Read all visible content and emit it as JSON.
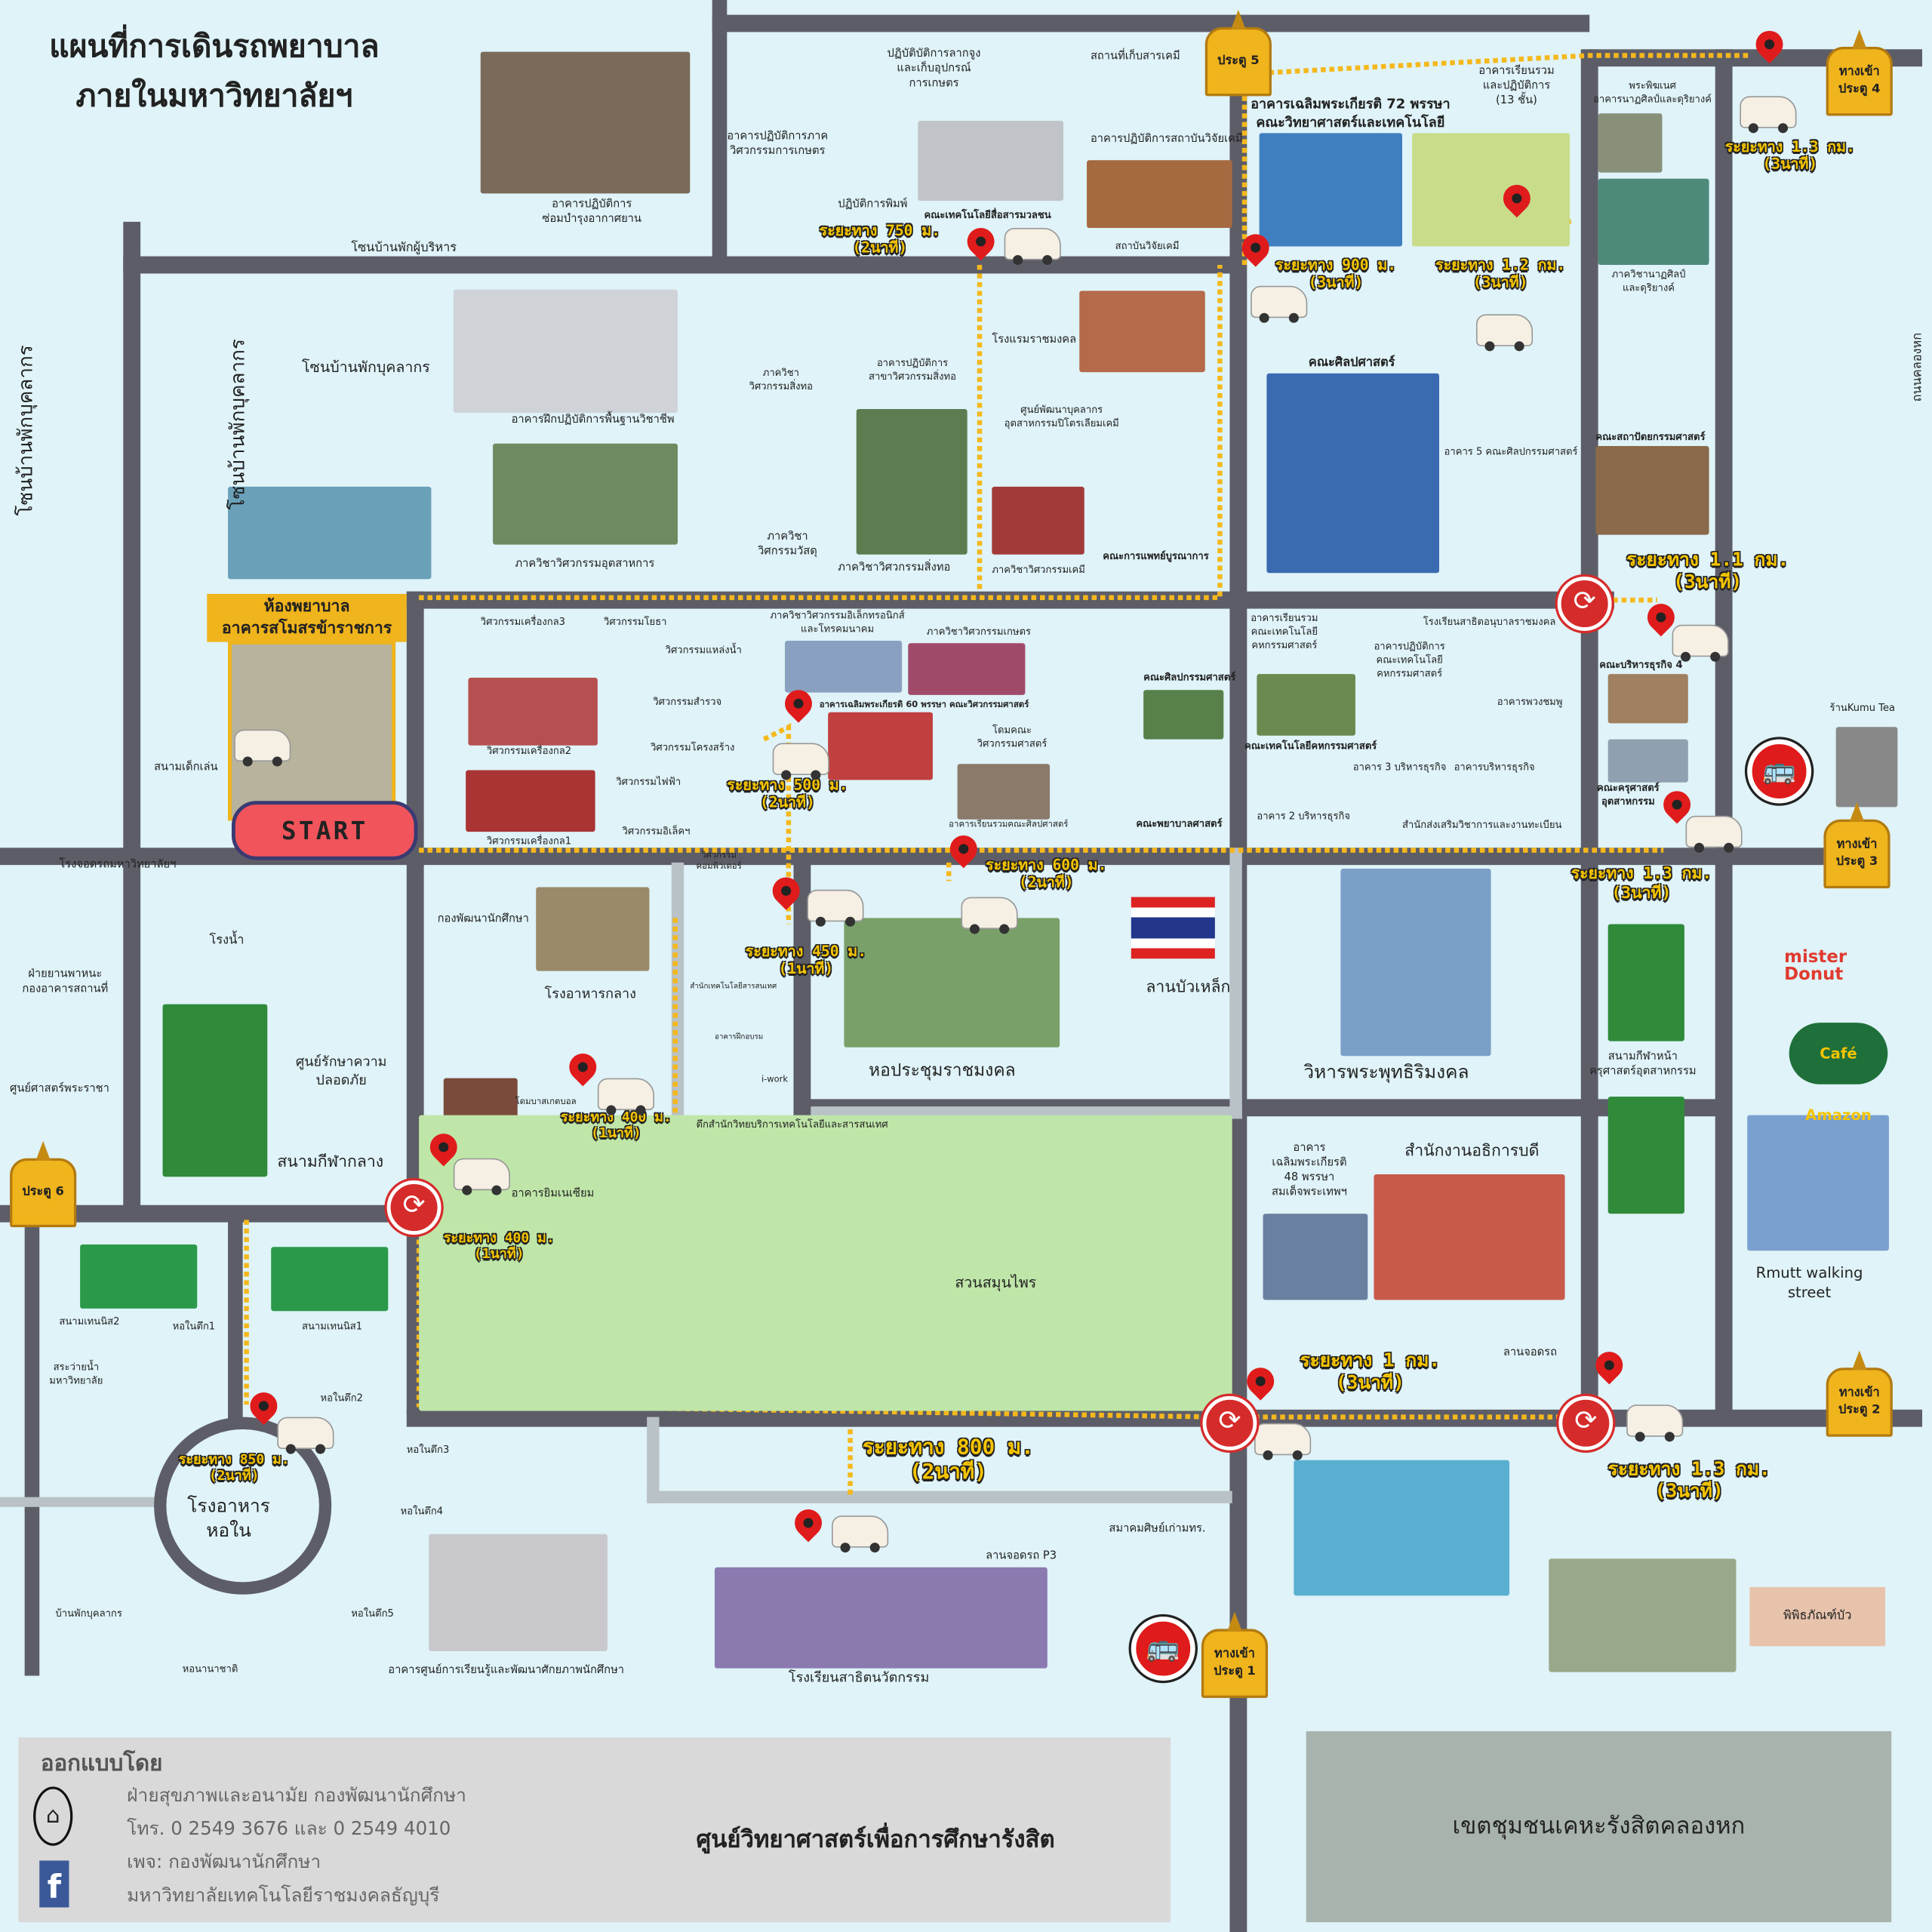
{
  "title": {
    "line1": "แผนที่การเดินรถพยาบาล",
    "line2": "ภายในมหาวิทยาลัยฯ"
  },
  "clinic": {
    "line1": "ห้องพยาบาล",
    "line2": "อาคารสโมสรข้าราชการ"
  },
  "start_label": "START",
  "colors": {
    "road": "#5d5d68",
    "route": "#f5b81c",
    "pin": "#e01b1b",
    "gate": "#f0b41c",
    "start": "#f2545b",
    "background": "#dff3f8"
  },
  "gates": [
    "ประตู 5",
    "ทางเข้า\nประตู 4",
    "ทางเข้า\nประตู 3",
    "ทางเข้า\nประตู 2",
    "ทางเข้า\nประตู 1",
    "ประตู 6"
  ],
  "distances": [
    "ระยะทาง 750 ม.\n(2นาที)",
    "ระยะทาง 900 ม.\n(3นาที)",
    "ระยะทาง 1.2 กม.\n(3นาที)",
    "ระยะทาง 1.3 กม.\n(3นาที)",
    "ระยะทาง 1.1 กม.\n(3นาที)",
    "ระยะทาง 500 ม.\n(2นาที)",
    "ระยะทาง 600 ม.\n(2นาที)",
    "ระยะทาง 450 ม.\n(1นาที)",
    "ระยะทาง 1.3 กม.\n(3นาที)",
    "ระยะทาง 400 ม.\n(1นาที)",
    "ระยะทาง 400 ม.\n(1นาที)",
    "ระยะทาง 850 ม.\n(2นาที)",
    "ระยะทาง 800 ม.\n(2นาที)",
    "ระยะทาง 1 กม.\n(3นาที)",
    "ระยะทาง 1.3 กม.\n(3นาที)"
  ],
  "places": [
    "อาคารปฏิบัติการ\nซ่อมบำรุงอากาศยาน",
    "โซนบ้านพักผู้บริหาร",
    "โซนบ้านพักบุคลากร",
    "โซนบ้านพักบุคลากร",
    "โซนบ้านพักบุคลากร",
    "อาคารฝึกปฏิบัติการพื้นฐานวิชาชีพ",
    "ภาควิชาวิศวกรรมอุตสาหการ",
    "สนามเด็กเล่น",
    "โรงจอดรถมหาวิทยาลัยฯ",
    "ฝ่ายยานพาหนะ\nกองอาคารสถานที่",
    "ศูนย์ศาสตร์พระราชา",
    "โรงน้ำ",
    "ศูนย์รักษาความ\nปลอดภัย",
    "สนามกีฬากลาง",
    "กองพัฒนานักศึกษา",
    "โรงอาหารกลาง",
    "อาคารยิมเนเซียม",
    "โดมบาสเกตบอล",
    "สนามเทนนิส2",
    "หอในตึก1",
    "สนามเทนนิส1",
    "สระว่ายน้ำ\nมหาวิทยาลัย",
    "หอในตึก2",
    "หอในตึก3",
    "หอในตึก4",
    "หอในตึก5",
    "บ้านพักบุคลากร",
    "หอนานาชาติ",
    "โรงอาหาร\nหอใน",
    "อาคารศูนย์การเรียนรู้และพัฒนาศักยภาพนักศึกษา",
    "โรงเรียนสาธิตนวัตกรรม",
    "ลานจอดรถ P3",
    "สมาคมศิษย์เก่ามทร.",
    "ลานจอดรถ",
    "สวนสมุนไพร",
    "สำนักงานอธิการบดี",
    "อาคาร\nเฉลิมพระเกียรติ\n48 พรรษา\nสมเด็จพระเทพฯ",
    "วิหารพระพุทธิริมงคล",
    "หอประชุมราชมงคล",
    "ลานบัวเหล็ก",
    "ตึกสำนักวิทยบริการเทคโนโลยีและสารสนเทศ",
    "สนามกีฬาหน้า\nครุศาสตร์อุตสาหกรรม",
    "Rmutt walking\nstreet",
    "ร้านKumu Tea",
    "ถนนคลองหก",
    "ปฏิบัติบัติการลากจูง\nและเก็บอุปกรณ์\nการเกษตร",
    "สถานที่เก็บสารเคมี",
    "อาคารปฏิบัติการภาค\nวิศวกรรมการเกษตร",
    "ปฏิบัติการพิมพ์",
    "คณะเทคโนโลยีสื่อสารมวลชน",
    "อาคารปฏิบัติการสถาบันวิจัยเคมี",
    "สถาบันวิจัยเคมี",
    "อาคารเฉลิมพระเกียรติ 72 พรรษา\nคณะวิทยาศาสตร์และเทคโนโลยี",
    "อาคารเรียนรวม\nและปฏิบัติการ\n(13 ชั้น)",
    "พระพิฆเนศ\nอาคารนาฏศิลป์และดุริยางค์",
    "ภาควิชานาฏศิลป์\nและดุริยางค์",
    "ภาควิชา\nวิศวกรรมสิ่งทอ",
    "อาคารปฏิบัติการ\nสาขาวิศวกรรมสิ่งทอ",
    "โรงแรมราชมงคล",
    "ศูนย์พัฒนาบุคลากร\nอุตสาหกรรมปิโตรเลียมเคมี",
    "ภาควิชา\nวิศกรรมวัสดุ",
    "ภาควิชาวิศวกรรมสิ่งทอ",
    "ภาควิชาวิศวกรรมเคมี",
    "คณะการแพทย์บูรณาการ",
    "คณะศิลปศาสตร์",
    "อาคาร 5 คณะศิลปกรรมศาสตร์",
    "คณะสถาปัตยกรรมศาสตร์",
    "วิศวกรรมเครื่องกล3",
    "วิศวกรรมโยธา",
    "วิศวกรรมแหล่งน้ำ",
    "วิศวกรรมสำรวจ",
    "วิศวกรรมเครื่องกล2",
    "วิศวกรรมโครงสร้าง",
    "วิศวกรรมไฟฟ้า",
    "วิศวกรรมอิเล็คฯ",
    "วิศวกรรมเครื่องกล1",
    "วิศวกรรม\nคอมพิวเตอร์",
    "ภาควิชาวิศวกรรมอิเล็กทรอนิกส์\nและโทรคมนาคม",
    "ภาควิชาวิศวกรรมเกษตร",
    "อาคารเฉลิมพระเกียรติ 60 พรรษา คณะวิศวกรรมศาสตร์",
    "โดมคณะ\nวิศวกรรมศาสตร์",
    "อาคารเรียนรวมคณะศิลปศาสตร์",
    "คณะศิลปกรรมศาสตร์",
    "คณะพยาบาลศาสตร์",
    "อาคารเรียนรวม\nคณะเทคโนโลยี\nคหกรรมศาสตร์",
    "โรงเรียนสาธิตอนุบาลราชมงคล",
    "อาคารปฏิบัติการ\nคณะเทคโนโลยี\nคหกรรมศาสตร์",
    "อาคารพวงชมพู",
    "คณะเทคโนโลยีคหกรรมศาสตร์",
    "อาคาร 3 บริหารธุรกิจ",
    "อาคารบริหารธุรกิจ",
    "อาคาร 2 บริหารธุรกิจ",
    "สำนักส่งเสริมวิชาการและงานทะเบียน",
    "คณะบริหารธุรกิจ 4",
    "คณะครุศาสตร์\nอุตสาหกรรม",
    "สำนักเทคโนโลยีสารสนเทศ",
    "อาคารฝึกอบรม",
    "i-work"
  ],
  "logos": {
    "mister_donut": "mister Donut",
    "cafe_amazon": "Café Amazon"
  },
  "museum": "พิพิธภัณฑ์บัว",
  "footer": {
    "designed_by": "ออกแบบโดย",
    "org": "ฝ่ายสุขภาพและอนามัย กองพัฒนานักศึกษา",
    "phone": "โทร. 0 2549 3676 และ 0 2549 4010",
    "page": "เพจ: กองพัฒนานักศึกษา",
    "university": "มหาวิทยาลัยเทคโนโลยีราชมงคลธัญบุรี",
    "center": "ศูนย์วิทยาศาสตร์เพื่อการศึกษารังสิต",
    "community": "เขตชุมชนเคหะรังสิตคลองหก"
  }
}
